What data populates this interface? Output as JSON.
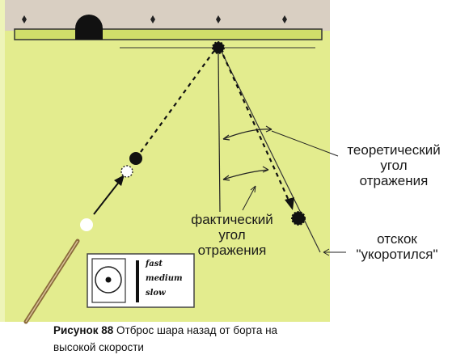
{
  "labels": {
    "theoretical": [
      "теоретический",
      "угол",
      "отражения"
    ],
    "actual": [
      "фактический",
      "угол",
      "отражения"
    ],
    "rebound": [
      "отскок",
      "\"укоротился\""
    ]
  },
  "legend": {
    "fast": "fast",
    "medium": "medium",
    "slow": "slow"
  },
  "caption": {
    "figure": "Рисунок 88",
    "line1": "Отброс шара назад от борта на",
    "line2": "высокой скорости"
  },
  "colors": {
    "table": "#e3ec8e",
    "rail": "#d0de6a",
    "rail_top": "#d9cfc2",
    "ball": "#111111",
    "cue": "#8a6a3a",
    "line": "#222222"
  }
}
